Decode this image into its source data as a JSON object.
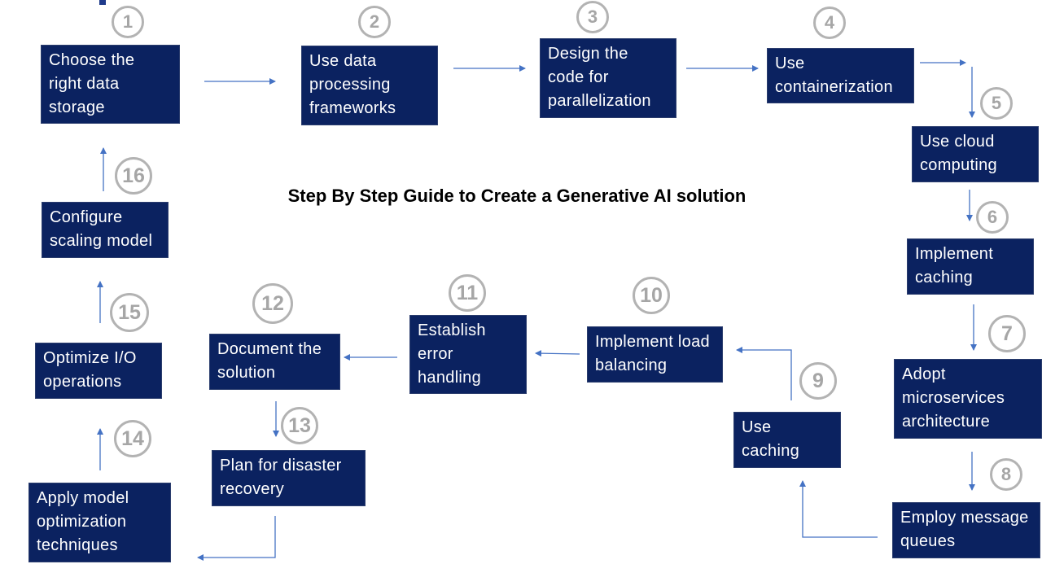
{
  "diagram": {
    "title": "Step By Step Guide to Create a Generative AI solution",
    "box_fill": "#0b2260",
    "arrow_color": "#4472c4",
    "step_number_color": "#a6a6a6",
    "steps": [
      {
        "number": "1",
        "label": "Choose the right data storage"
      },
      {
        "number": "2",
        "label": "Use data processing frameworks"
      },
      {
        "number": "3",
        "label": "Design the code for parallelization"
      },
      {
        "number": "4",
        "label": "Use containerization"
      },
      {
        "number": "5",
        "label": "Use cloud computing"
      },
      {
        "number": "6",
        "label": "Implement caching"
      },
      {
        "number": "7",
        "label": "Adopt microservices architecture"
      },
      {
        "number": "8",
        "label": "Employ message queues"
      },
      {
        "number": "9",
        "label": "Use caching"
      },
      {
        "number": "10",
        "label": "Implement load balancing"
      },
      {
        "number": "11",
        "label": "Establish error handling"
      },
      {
        "number": "12",
        "label": "Document the solution"
      },
      {
        "number": "13",
        "label": "Plan for disaster recovery"
      },
      {
        "number": "14",
        "label": "Apply model optimization techniques"
      },
      {
        "number": "15",
        "label": "Optimize I/O operations"
      },
      {
        "number": "16",
        "label": "Configure scaling model"
      }
    ]
  }
}
